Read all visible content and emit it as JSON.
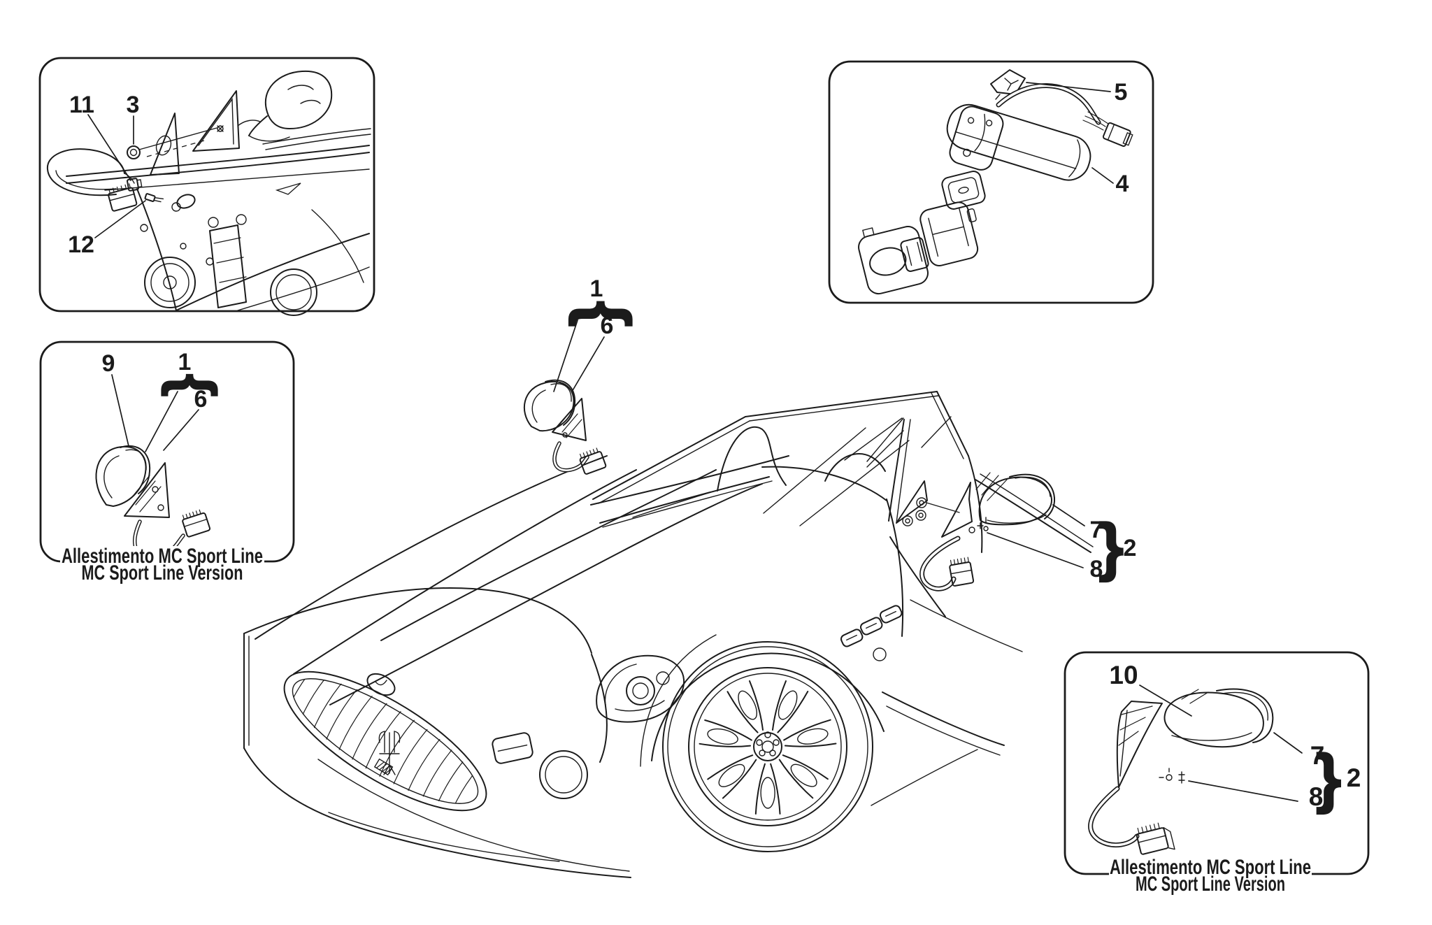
{
  "colors": {
    "background": "#ffffff",
    "line": "#1b1b1b"
  },
  "glyphs": {
    "brace": "}"
  },
  "callouts": {
    "n1": "1",
    "n2": "2",
    "n3": "3",
    "n4": "4",
    "n5": "5",
    "n6": "6",
    "n7": "7",
    "n8": "8",
    "n9": "9",
    "n10": "10",
    "n11": "11",
    "n12": "12"
  },
  "captions": {
    "line1": "Allestimento MC Sport Line",
    "line2": "MC Sport Line Version"
  },
  "panels": {
    "top_left": {
      "subject": "door internal structure with mirror",
      "callouts": [
        "11",
        "3",
        "12"
      ]
    },
    "mid_left": {
      "subject": "MC Sport Line external mirror",
      "callouts": [
        "9",
        "1",
        "6"
      ]
    },
    "top_right": {
      "subject": "internal rearview mirror exploded",
      "callouts": [
        "5",
        "4"
      ]
    },
    "bottom_right": {
      "subject": "MC Sport Line external mirror",
      "callouts": [
        "10",
        "7",
        "8",
        "2"
      ]
    },
    "main": {
      "subject": "car with external mirrors",
      "callouts": [
        "1",
        "6",
        "7",
        "8",
        "2"
      ]
    }
  }
}
